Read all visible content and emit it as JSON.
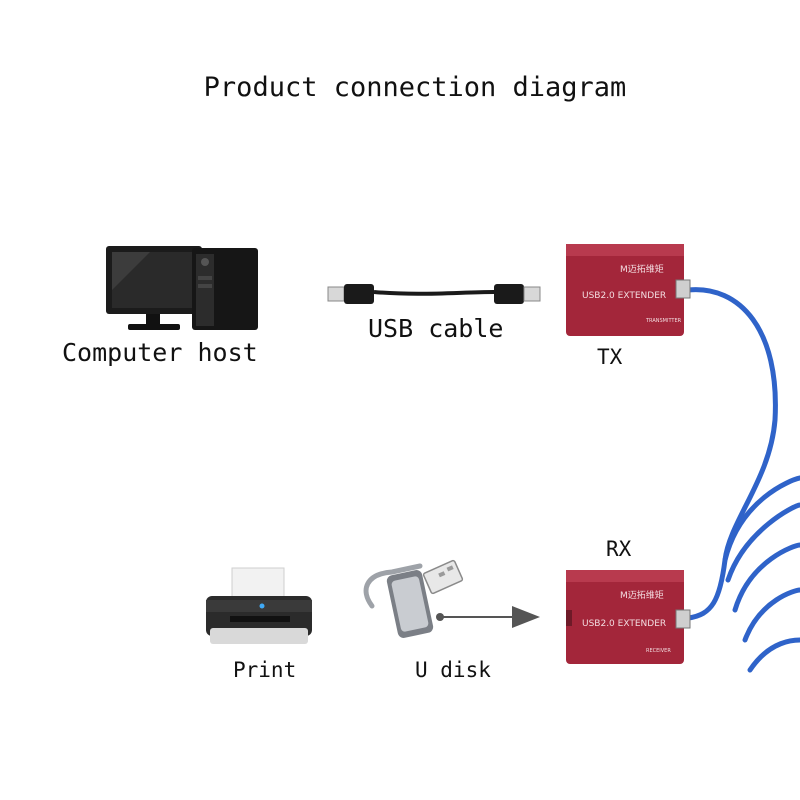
{
  "diagram": {
    "title": "Product connection diagram",
    "nodes": {
      "computer": {
        "label": "Computer host"
      },
      "usb_cable": {
        "label": "USB cable"
      },
      "tx": {
        "label": "TX",
        "device_text": "USB2.0 EXTENDER",
        "sub_text": "TRANSMITTER",
        "logo": "M迈拓维矩"
      },
      "rx": {
        "label": "RX",
        "device_text": "USB2.0 EXTENDER",
        "sub_text": "RECEIVER",
        "logo": "M迈拓维矩"
      },
      "printer": {
        "label": "Print"
      },
      "udisk": {
        "label": "U disk"
      }
    },
    "edges": [
      {
        "from": "computer",
        "to": "tx",
        "via": "USB cable"
      },
      {
        "from": "tx",
        "to": "rx",
        "via": "blue network cable"
      },
      {
        "from": "udisk",
        "to": "rx",
        "arrow": true
      }
    ],
    "colors": {
      "device": "#a3263a",
      "cable": "#2f63c9",
      "arrow": "#555555"
    }
  }
}
